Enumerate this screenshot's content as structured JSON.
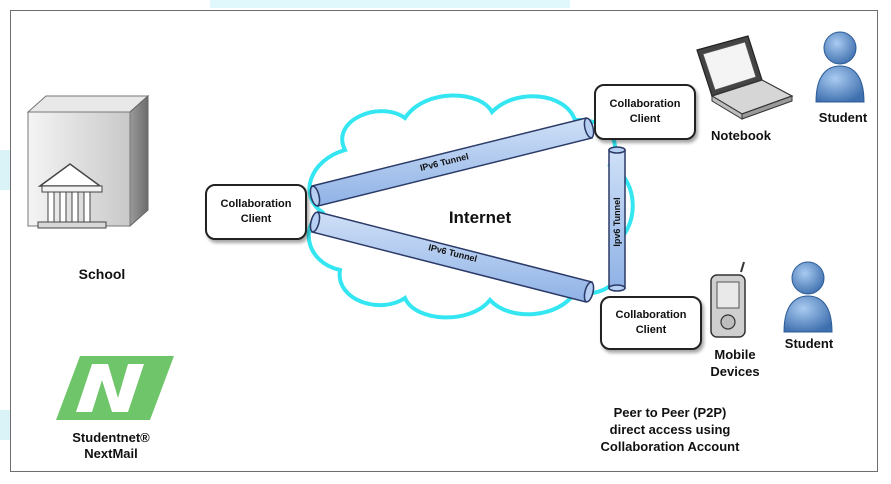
{
  "nodes": {
    "school": "School",
    "internet": "Internet",
    "notebook": "Notebook",
    "mobile_line1": "Mobile",
    "mobile_line2": "Devices",
    "student_top": "Student",
    "student_bottom": "Student"
  },
  "clients": {
    "school_line1": "Collaboration",
    "school_line2": "Client",
    "notebook_line1": "Collaboration",
    "notebook_line2": "Client",
    "mobile_line1": "Collaboration",
    "mobile_line2": "Client"
  },
  "tunnels": {
    "top": "IPv6 Tunnel",
    "bottom": "IPv6 Tunnel",
    "vertical": "Ipv6 Tunnel"
  },
  "logo": {
    "line1": "Studentnet®",
    "line2": "NextMail"
  },
  "caption": {
    "line1": "Peer to Peer (P2P)",
    "line2": "direct access using",
    "line3": "Collaboration Account"
  },
  "colors": {
    "cloud_outline": "#33e6f2",
    "tunnel_fill": "#a9c6ee",
    "tunnel_stroke": "#2b3a67",
    "logo_green": "#6fc56a",
    "person_blue": "#4f86c6"
  }
}
